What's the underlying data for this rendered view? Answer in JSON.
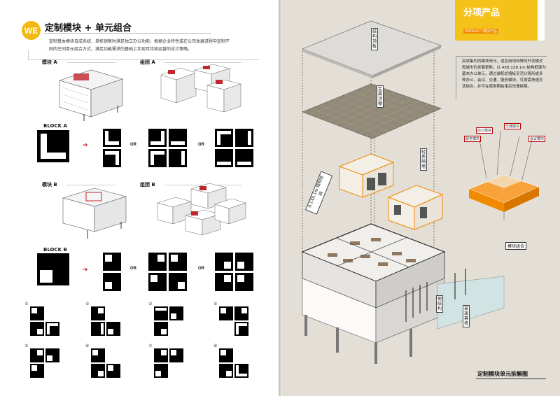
{
  "left": {
    "badge": "WE",
    "title": "定制模块 + 单元组合",
    "intro_lines": [
      "定制基本模块自成系统，单栋销售时满足独立办公功能；根据企业特性或在公司发展进程中定制不",
      "同的空间单元组合方式，满足功能需求的基础上实现可持续运营的设计策略。"
    ],
    "module_a": "模块 A",
    "group_a": "组团 A",
    "block_a": "BLOCK A",
    "module_b": "模块 B",
    "group_b": "组团 B",
    "block_b": "BLOCK B",
    "or": "OR",
    "arrow": "➔",
    "numbers": [
      "①",
      "②",
      "③",
      "④",
      "⑤",
      "⑥",
      "⑦",
      "⑧"
    ]
  },
  "right": {
    "header_title": "分项产品",
    "header_sub": "PRODUCT 模块产品",
    "description": "高效集约的模块单元，适应用地特殊的开发模式和城市的发展更新。以 4X8.1X8.1m 结构框架为基本办公单元，通过装配式墙板灵活分隔形成多种办公、会议、交通、服务模块，可按需快速灵活组合，并可在使用期结束后快速拆解。",
    "vertical_labels": {
      "roof": "结构顶板",
      "floor": "金属顶棚",
      "wall": "轻质隔墙",
      "frame": "8.1X8.1m 结构柱网",
      "steel": "钢结构",
      "glass": "玻璃幕墙"
    },
    "tags": [
      "办公模块",
      "交通模块",
      "服务模块",
      "会议模块"
    ],
    "module_caption": "模块组合",
    "footer": "定制模块单元拆解图"
  },
  "colors": {
    "accent_yellow": "#f5c21a",
    "accent_orange": "#f08a00",
    "accent_red": "#c1272d"
  }
}
